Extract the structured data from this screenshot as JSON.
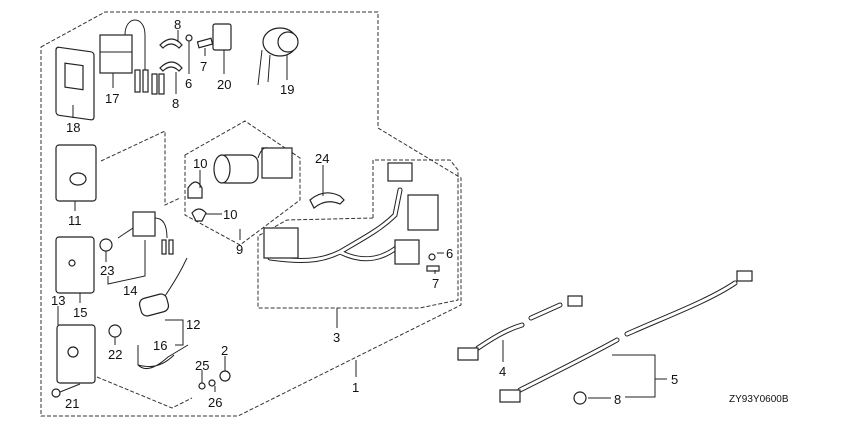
{
  "diagram_code": "ZY93Y0600B",
  "callouts": [
    {
      "num": "8",
      "ref": "top-clip"
    },
    {
      "num": "6",
      "ref": "top-grommet"
    },
    {
      "num": "7",
      "ref": "top-pin"
    },
    {
      "num": "20",
      "ref": "switch-cover"
    },
    {
      "num": "19",
      "ref": "buzzer"
    },
    {
      "num": "17",
      "ref": "switch-unit"
    },
    {
      "num": "8",
      "ref": "lower-clip"
    },
    {
      "num": "18",
      "ref": "switch-plate"
    },
    {
      "num": "24",
      "ref": "cable-clamp"
    },
    {
      "num": "10",
      "ref": "key-upper"
    },
    {
      "num": "10",
      "ref": "key-lower"
    },
    {
      "num": "11",
      "ref": "ignition-plate"
    },
    {
      "num": "9",
      "ref": "ignition-switch-assy"
    },
    {
      "num": "23",
      "ref": "nut-23"
    },
    {
      "num": "14",
      "ref": "choke-switch"
    },
    {
      "num": "15",
      "ref": "choke-plate"
    },
    {
      "num": "13",
      "ref": "stop-plate"
    },
    {
      "num": "12",
      "ref": "stop-switch"
    },
    {
      "num": "16",
      "ref": "lanyard"
    },
    {
      "num": "22",
      "ref": "nut-22"
    },
    {
      "num": "2",
      "ref": "cap"
    },
    {
      "num": "25",
      "ref": "washer-25"
    },
    {
      "num": "26",
      "ref": "washer-26"
    },
    {
      "num": "21",
      "ref": "screw"
    },
    {
      "num": "3",
      "ref": "main-harness"
    },
    {
      "num": "1",
      "ref": "panel-assy"
    },
    {
      "num": "6",
      "ref": "harness-grommet"
    },
    {
      "num": "7",
      "ref": "harness-pin"
    },
    {
      "num": "4",
      "ref": "extension-cable-short"
    },
    {
      "num": "5",
      "ref": "extension-cable-long"
    },
    {
      "num": "8",
      "ref": "cable-clip"
    }
  ]
}
